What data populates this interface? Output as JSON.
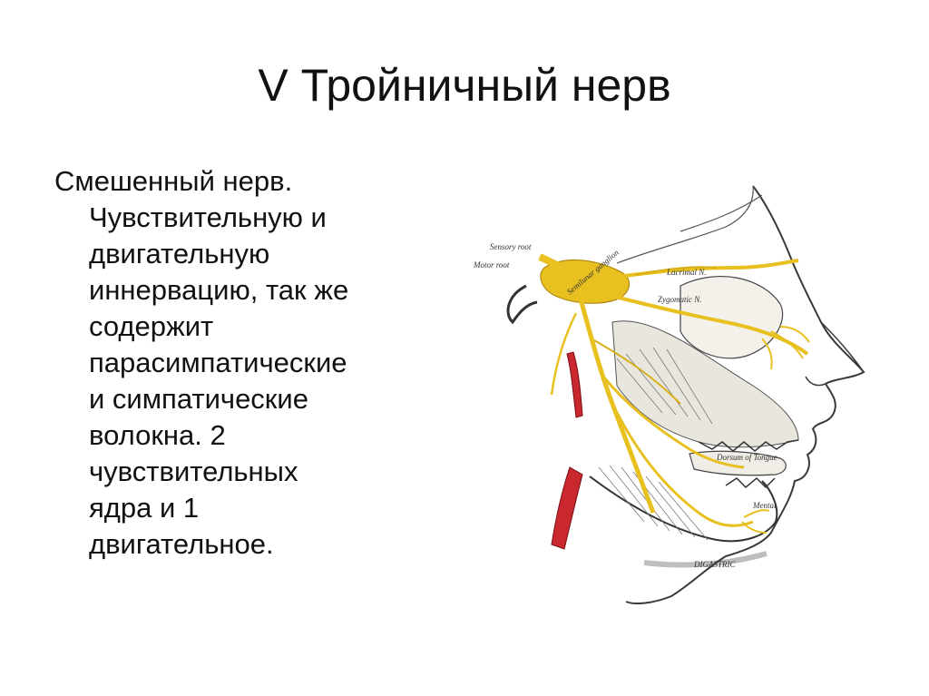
{
  "slide": {
    "title": "V Тройничный нерв",
    "body_lines": [
      "Смешенный нерв.",
      "Чувствительную и",
      "двигательную",
      "иннервацию, так же",
      "содержит",
      "парасимпатические",
      "и симпатические",
      "волокна. 2",
      "чувствительных",
      "ядра и 1",
      "двигательное."
    ]
  },
  "figure": {
    "labels": {
      "sensory_root": "Sensory root",
      "motor_root": "Motor root",
      "semilunar_ganglion": "Semilunar ganglion",
      "lacrimal": "Lacrimal N.",
      "zygomatic": "Zygomatic N.",
      "dorsum_of_tongue": "Dorsum of Tongue",
      "digastric": "DIGASTRIC",
      "mental": "Mental"
    },
    "colors": {
      "nerve": "#e8c020",
      "nerve_outline": "#b08a10",
      "artery": "#c8282e",
      "line_art": "#3a3a3a"
    }
  }
}
